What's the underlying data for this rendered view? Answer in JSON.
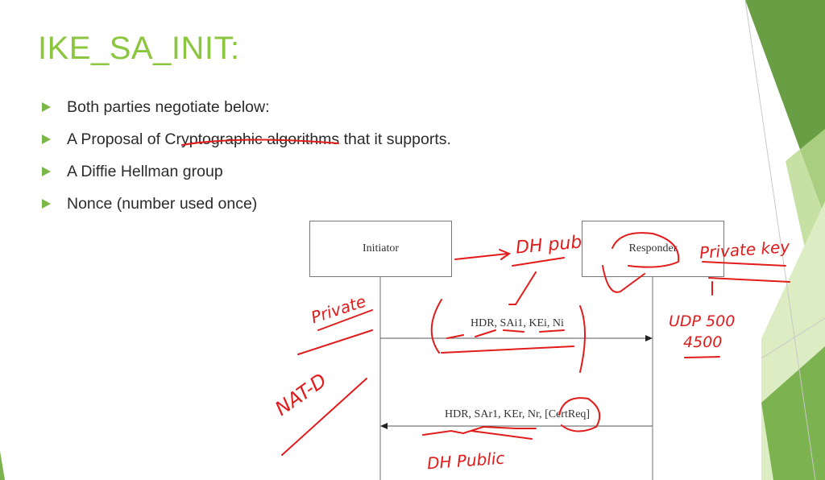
{
  "slide": {
    "title": "IKE_SA_INIT:",
    "bullets": [
      "Both parties negotiate below:",
      "A Proposal of Cryptographic algorithms that it supports.",
      "A Diffie Hellman group",
      "Nonce (number used once)"
    ]
  },
  "diagram": {
    "initiator": "Initiator",
    "responder": "Responder",
    "messages": [
      "HDR, SAi1, KEi, Ni",
      "HDR, SAr1, KEr, Nr, [CertReq]"
    ]
  },
  "annotations": {
    "dh_pub": "DH pub",
    "private_left": "Private",
    "private_right": "Private key",
    "udp": "UDP 500",
    "port": "4500",
    "nat_d": "NAT-D",
    "dh_public": "DH Public"
  },
  "colors": {
    "accent": "#8cc63f",
    "ink": "#e21b1b"
  }
}
